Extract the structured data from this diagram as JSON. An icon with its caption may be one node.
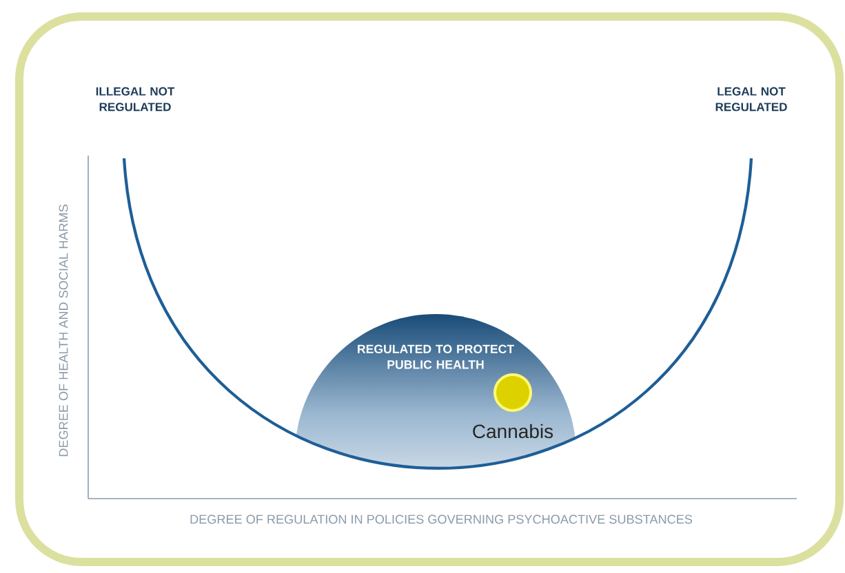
{
  "diagram": {
    "nodes": [
      {
        "text": [
          "REGULATED TO PROTECT PUBLIC HEALTH"
        ]
      },
      {
        "text": [],
        "shape": "circle",
        "beside": [
          "Cannabis"
        ]
      }
    ],
    "labels": [
      "ILLEGAL NOT REGULATED",
      "LEGAL NOT REGULATED",
      "DEGREE OF HEALTH AND SOCIAL HARMS",
      "DEGREE OF REGULATION IN POLICIES GOVERNING PSYCHOACTIVE SUBSTANCES"
    ]
  }
}
